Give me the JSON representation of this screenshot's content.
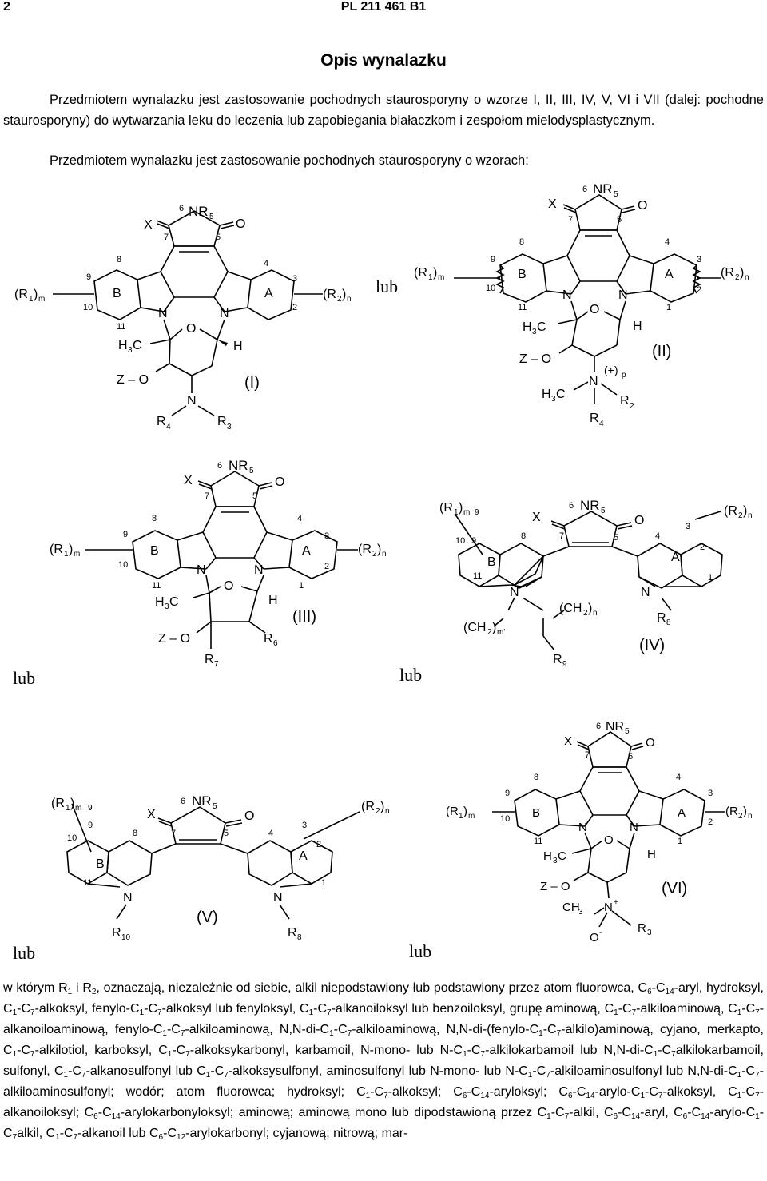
{
  "header": {
    "page_number": "2",
    "patent_id": "PL 211 461 B1"
  },
  "title": "Opis wynalazku",
  "intro_paragraph": "Przedmiotem wynalazku jest zastosowanie pochodnych staurosporyny o wzorze I, II, III, IV, V, VI i VII (dalej: pochodne staurosporyny) do wytwarzania leku do leczenia lub zapobiegania białaczkom i zespołom mielodysplastycznym.",
  "second_paragraph": "Przedmiotem wynalazku jest zastosowanie pochodnych staurosporyny o wzorach:",
  "connector": "lub",
  "formulas": {
    "I": {
      "label": "(I)"
    },
    "II": {
      "label": "(II)"
    },
    "III": {
      "label": "(III)"
    },
    "IV": {
      "label": "(IV)"
    },
    "V": {
      "label": "(V)"
    },
    "VI": {
      "label": "(VI)"
    }
  },
  "definitions_html": "w którym R<sub>1</sub> i R<sub>2</sub>, oznaczają, niezależnie od siebie, alkil niepodstawiony łub podstawiony przez atom fluorowca, C<sub>6</sub>-C<sub>14</sub>-aryl, hydroksyl, C<sub>1</sub>-C<sub>7</sub>-alkoksyl, fenylo-C<sub>1</sub>-C<sub>7</sub>-alkoksyl lub fenyloksyl, C<sub>1</sub>-C<sub>7</sub>-alkanoiloksyl lub benzoiloksyl, grupę aminową, C<sub>1</sub>-C<sub>7</sub>-alkiloaminową, C<sub>1</sub>-C<sub>7</sub>-alkanoiloaminową, fenylo-C<sub>1</sub>-C<sub>7</sub>-alkiloaminową, N,N-di-C<sub>1</sub>-C<sub>7</sub>-alkiloaminową, N,N-di-(fenylo-C<sub>1</sub>-C<sub>7</sub>-alkilo)aminową, cyjano, merkapto, C<sub>1</sub>-C<sub>7</sub>-alkilotiol, karboksyl, C<sub>1</sub>-C<sub>7</sub>-alkoksykarbonyl, karbamoil, N-mono- lub N-C<sub>1</sub>-C<sub>7</sub>-alkilokarbamoil lub N,N-di-C<sub>1</sub>-C<sub>7</sub>alkilokarbamoil, sulfonyl, C<sub>1</sub>-C<sub>7</sub>-alkanosulfonyl lub C<sub>1</sub>-C<sub>7</sub>-alkoksysulfonyl, aminosulfonyl lub N-mono- lub N-C<sub>1</sub>-C<sub>7</sub>-alkiloaminosulfonyl lub N,N-di-C<sub>1</sub>-C<sub>7</sub>-alkiloaminosulfonyl; wodór; atom fluorowca; hydroksyl; C<sub>1</sub>-C<sub>7</sub>-alkoksyl; C<sub>6</sub>-C<sub>14</sub>-aryloksyl; C<sub>6</sub>-C<sub>14</sub>-arylo-C<sub>1</sub>-C<sub>7</sub>-alkoksyl, C<sub>1</sub>-C<sub>7</sub>-alkanoiloksyl; C<sub>6</sub>-C<sub>14</sub>-arylokarbonyloksyl; aminową; aminową mono lub dipodstawioną przez C<sub>1</sub>-C<sub>7</sub>-alkil, C<sub>6</sub>-C<sub>14</sub>-aryl, C<sub>6</sub>-C<sub>14</sub>-arylo-C<sub>1</sub>-C<sub>7</sub>alkil, C<sub>1</sub>-C<sub>7</sub>-alkanoil lub C<sub>6</sub>-C<sub>12</sub>-arylokarbonyl; cyjanową; nitrową; mar-"
}
